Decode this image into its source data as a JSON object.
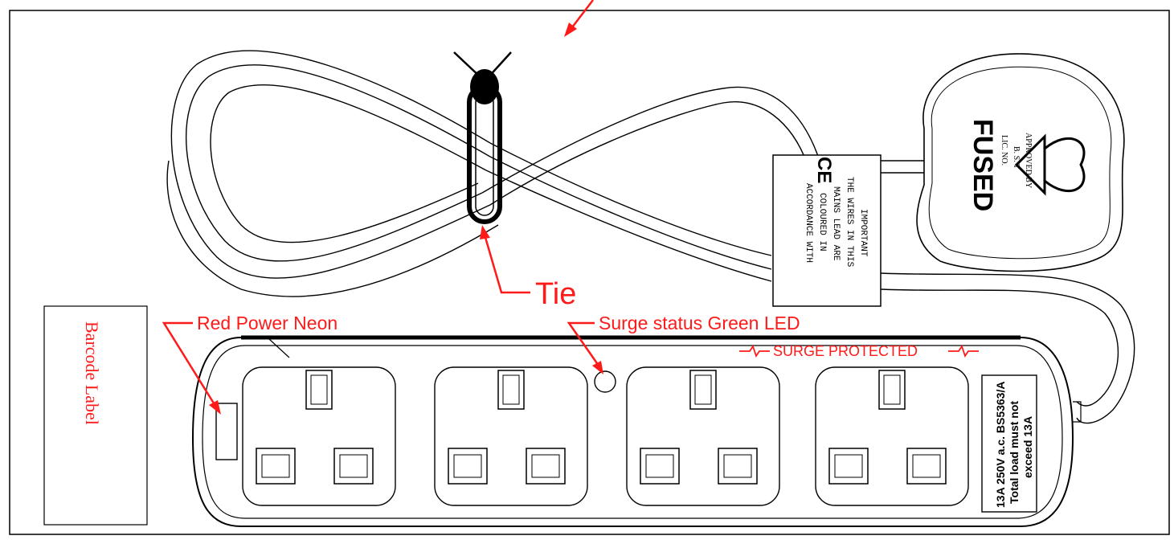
{
  "labels": {
    "barcode": "Barcode Label",
    "red_neon": "Red Power Neon",
    "green_led": "Surge status Green LED",
    "tie": "Tie",
    "surge_protected": "SURGE PROTECTED"
  },
  "tag": {
    "ce": "CE",
    "lines": [
      "IMPORTANT",
      "THE WIRES IN THIS",
      "MAINS LEAD ARE",
      "COLOURED IN",
      "ACCORDANCE WITH"
    ]
  },
  "plug": {
    "fused": "FUSED",
    "lic": "LIC. NO.",
    "bst": "B. S. T",
    "approved": "APPROVED BY"
  },
  "rating": {
    "line1": "13A 250V a.c. BS5363/A",
    "line2": "Total load must not",
    "line3": "exceed 13A"
  },
  "colors": {
    "annotation": "#ff1a1a",
    "outline": "#000000"
  }
}
